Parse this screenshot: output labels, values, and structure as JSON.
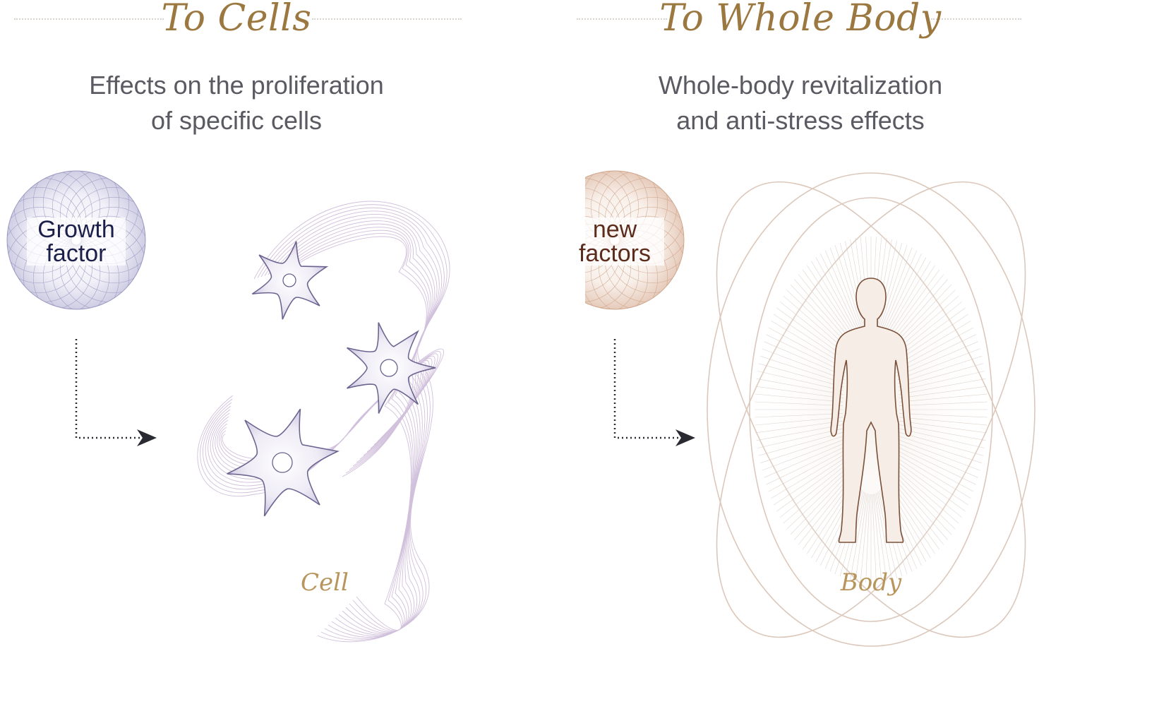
{
  "left_panel": {
    "title": "To Cells",
    "subtitle_line1": "Effects on the proliferation",
    "subtitle_line2": "of specific cells",
    "sphere_label_line1": "Growth",
    "sphere_label_line2": "factor",
    "caption": "Cell",
    "colors": {
      "title": "#9c7841",
      "sphere_mesh": "#8f8db8",
      "sphere_label": "#1b1f4a",
      "cell_fill": "#e8e4f1",
      "cell_stroke": "#6c6490",
      "ribbon": "#c9b6d6"
    }
  },
  "right_panel": {
    "title": "To Whole Body",
    "subtitle_line1": "Whole-body revitalization",
    "subtitle_line2": "and anti-stress effects",
    "sphere_label_line1": "new",
    "sphere_label_line2": "factors",
    "caption": "Body",
    "colors": {
      "title": "#9c7841",
      "sphere_mesh": "#c99b7e",
      "sphere_label": "#5b2c1c",
      "body_fill": "#f5ede6",
      "body_stroke": "#7a5039",
      "orbits": "#dcc8bb"
    }
  },
  "icons": {
    "arrow": "dotted-elbow-arrow"
  }
}
